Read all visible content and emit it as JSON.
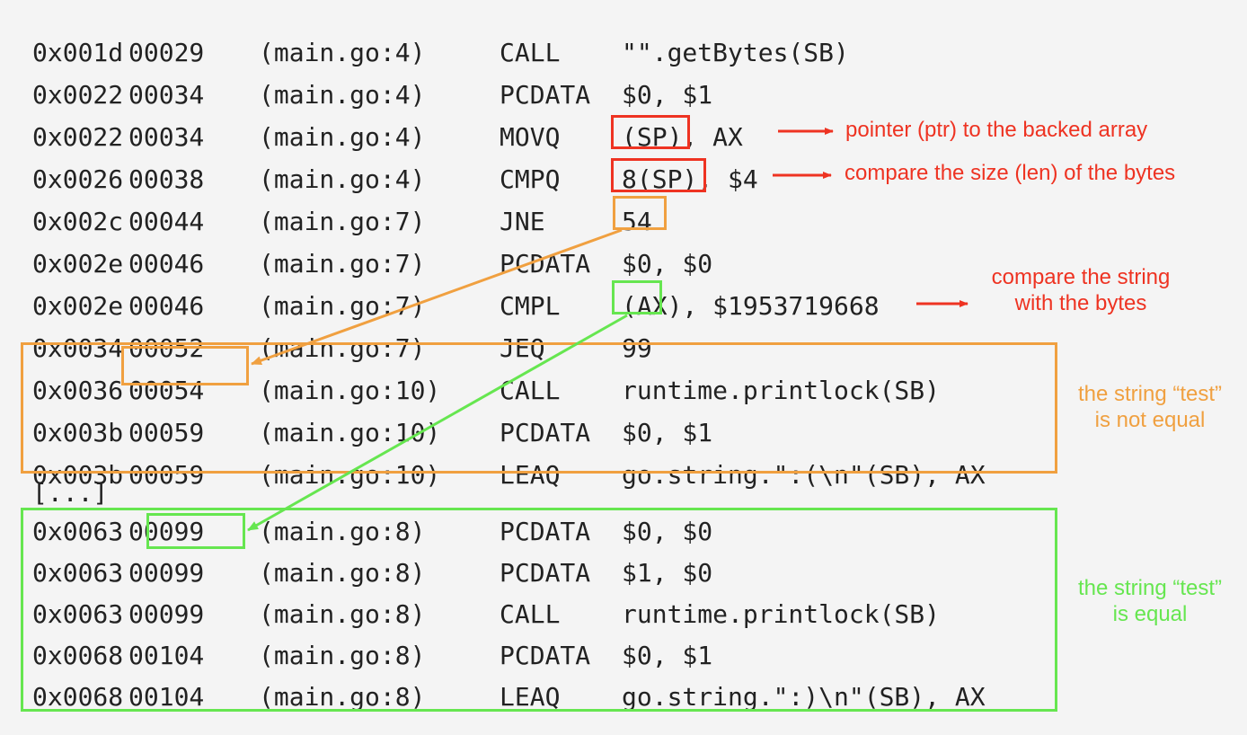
{
  "code": {
    "lines_top": [
      {
        "addr": "0x001d",
        "off": "00029",
        "src": "(main.go:4)",
        "op": "CALL",
        "arg": "\"\".getBytes(SB)"
      },
      {
        "addr": "0x0022",
        "off": "00034",
        "src": "(main.go:4)",
        "op": "PCDATA",
        "arg": "$0, $1"
      },
      {
        "addr": "0x0022",
        "off": "00034",
        "src": "(main.go:4)",
        "op": "MOVQ",
        "arg": "(SP), AX"
      },
      {
        "addr": "0x0026",
        "off": "00038",
        "src": "(main.go:4)",
        "op": "CMPQ",
        "arg": "8(SP), $4"
      },
      {
        "addr": "0x002c",
        "off": "00044",
        "src": "(main.go:7)",
        "op": "JNE",
        "arg": "54"
      },
      {
        "addr": "0x002e",
        "off": "00046",
        "src": "(main.go:7)",
        "op": "PCDATA",
        "arg": "$0, $0"
      },
      {
        "addr": "0x002e",
        "off": "00046",
        "src": "(main.go:7)",
        "op": "CMPL",
        "arg": "(AX), $1953719668"
      },
      {
        "addr": "0x0034",
        "off": "00052",
        "src": "(main.go:7)",
        "op": "JEQ",
        "arg": "99"
      },
      {
        "addr": "0x0036",
        "off": "00054",
        "src": "(main.go:10)",
        "op": "CALL",
        "arg": "runtime.printlock(SB)"
      },
      {
        "addr": "0x003b",
        "off": "00059",
        "src": "(main.go:10)",
        "op": "PCDATA",
        "arg": "$0, $1"
      },
      {
        "addr": "0x003b",
        "off": "00059",
        "src": "(main.go:10)",
        "op": "LEAQ",
        "arg": "go.string.\":(\\n\"(SB), AX"
      }
    ],
    "ellipsis": "[...]",
    "lines_bottom": [
      {
        "addr": "0x0063",
        "off": "00099",
        "src": "(main.go:8)",
        "op": "PCDATA",
        "arg": "$0, $0"
      },
      {
        "addr": "0x0063",
        "off": "00099",
        "src": "(main.go:8)",
        "op": "PCDATA",
        "arg": "$1, $0"
      },
      {
        "addr": "0x0063",
        "off": "00099",
        "src": "(main.go:8)",
        "op": "CALL",
        "arg": "runtime.printlock(SB)"
      },
      {
        "addr": "0x0068",
        "off": "00104",
        "src": "(main.go:8)",
        "op": "PCDATA",
        "arg": "$0, $1"
      },
      {
        "addr": "0x0068",
        "off": "00104",
        "src": "(main.go:8)",
        "op": "LEAQ",
        "arg": "go.string.\":)\\n\"(SB), AX"
      }
    ]
  },
  "annotations": {
    "ptr": "pointer (ptr) to the backed array",
    "len": "compare the size (len) of the bytes",
    "compare": "compare the string\nwith the bytes",
    "not_equal": "the string “test”\nis not equal",
    "equal": "the string “test”\nis equal"
  },
  "colors": {
    "text": "#222222",
    "red": "#ee3322",
    "orange": "#f0a040",
    "green": "#66e650",
    "background": "#f4f4f4"
  }
}
